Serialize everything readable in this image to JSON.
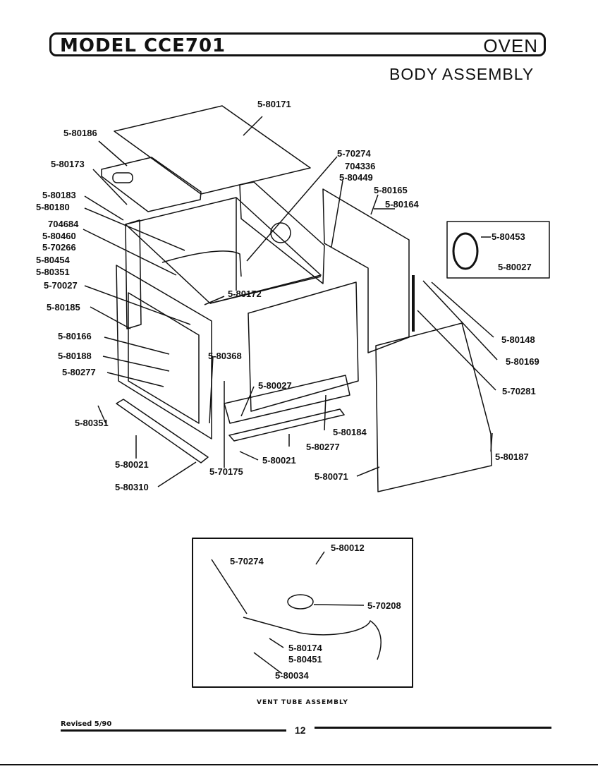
{
  "header": {
    "model": "MODEL CCE701",
    "section": "OVEN"
  },
  "subtitle": "BODY ASSEMBLY",
  "parts": [
    "5-80171",
    "5-80186",
    "5-80173",
    "5-70274",
    "704336",
    "5-80449",
    "5-80165",
    "5-80164",
    "5-80183",
    "5-80180",
    "704684",
    "5-80460",
    "5-70266",
    "5-80454",
    "5-80351",
    "5-70027",
    "5-80185",
    "5-80172",
    "5-80166",
    "5-80188",
    "5-80277",
    "5-80368",
    "5-80027",
    "5-80184",
    "5-80021",
    "5-70175",
    "5-80310",
    "5-80071",
    "5-80187",
    "5-80453",
    "5-80148",
    "5-80169",
    "5-70281"
  ],
  "vent_parts": [
    "5-70274",
    "5-80012",
    "5-70208",
    "5-80174",
    "5-80451",
    "5-80034"
  ],
  "caption": "VENT TUBE ASSEMBLY",
  "footer": {
    "revised": "Revised 5/90",
    "page": "12"
  }
}
